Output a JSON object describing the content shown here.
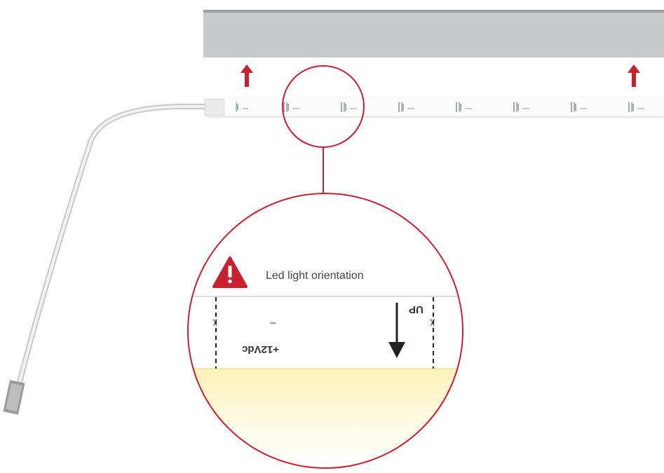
{
  "diagram": {
    "callout": {
      "title": "Led light orientation",
      "polarity_label": "+12Vdc",
      "minus_label": "–",
      "up_label": "UP"
    },
    "colors": {
      "accent_red": "#c8202f",
      "profile_gray": "#c8c9cb",
      "glow_yellow": "#fdf3c4"
    },
    "icons": {
      "warning": "warning-triangle-icon",
      "scissors": "scissors-icon",
      "arrow": "arrow-up-icon"
    }
  }
}
